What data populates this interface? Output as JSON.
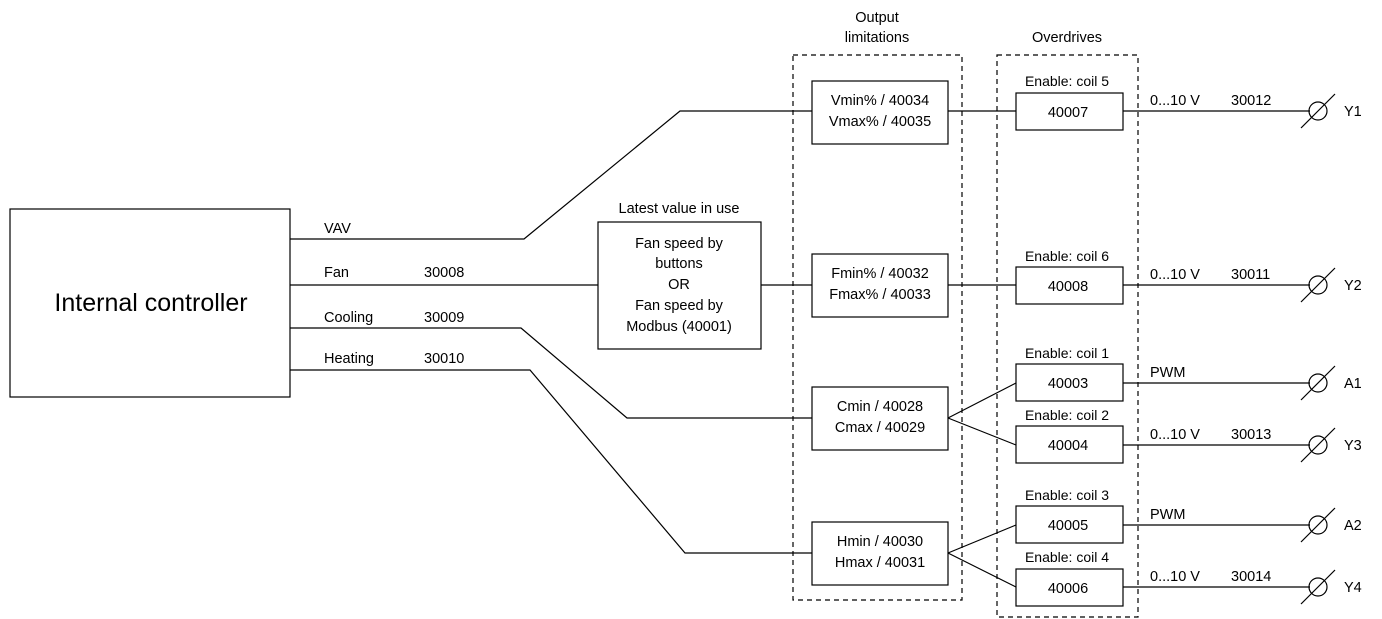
{
  "controller": {
    "label": "Internal controller"
  },
  "groups": {
    "output_limitations": {
      "line1": "Output",
      "line2": "limitations"
    },
    "overdrives": {
      "label": "Overdrives"
    }
  },
  "signals": {
    "vav": {
      "label": "VAV"
    },
    "fan": {
      "label": "Fan",
      "register": "30008"
    },
    "cooling": {
      "label": "Cooling",
      "register": "30009"
    },
    "heating": {
      "label": "Heating",
      "register": "30010"
    }
  },
  "selector": {
    "title": "Latest value in use",
    "lines": [
      "Fan speed by",
      "buttons",
      "OR",
      "Fan speed by",
      "Modbus (40001)"
    ]
  },
  "limits": {
    "v": {
      "line1": "Vmin% / 40034",
      "line2": "Vmax% / 40035"
    },
    "f": {
      "line1": "Fmin% / 40032",
      "line2": "Fmax% / 40033"
    },
    "c": {
      "line1": "Cmin / 40028",
      "line2": "Cmax / 40029"
    },
    "h": {
      "line1": "Hmin / 40030",
      "line2": "Hmax / 40031"
    }
  },
  "overdrives": {
    "o1": {
      "enable": "Enable: coil 5",
      "register": "40007"
    },
    "o2": {
      "enable": "Enable: coil 6",
      "register": "40008"
    },
    "o3": {
      "enable": "Enable: coil 1",
      "register": "40003"
    },
    "o4": {
      "enable": "Enable: coil 2",
      "register": "40004"
    },
    "o5": {
      "enable": "Enable: coil 3",
      "register": "40005"
    },
    "o6": {
      "enable": "Enable: coil 4",
      "register": "40006"
    }
  },
  "outputs": {
    "y1": {
      "range": "0...10 V",
      "register": "30012",
      "terminal": "Y1"
    },
    "y2": {
      "range": "0...10 V",
      "register": "30011",
      "terminal": "Y2"
    },
    "a1": {
      "range": "PWM",
      "register": "",
      "terminal": "A1"
    },
    "y3": {
      "range": "0...10 V",
      "register": "30013",
      "terminal": "Y3"
    },
    "a2": {
      "range": "PWM",
      "register": "",
      "terminal": "A2"
    },
    "y4": {
      "range": "0...10 V",
      "register": "30014",
      "terminal": "Y4"
    }
  }
}
